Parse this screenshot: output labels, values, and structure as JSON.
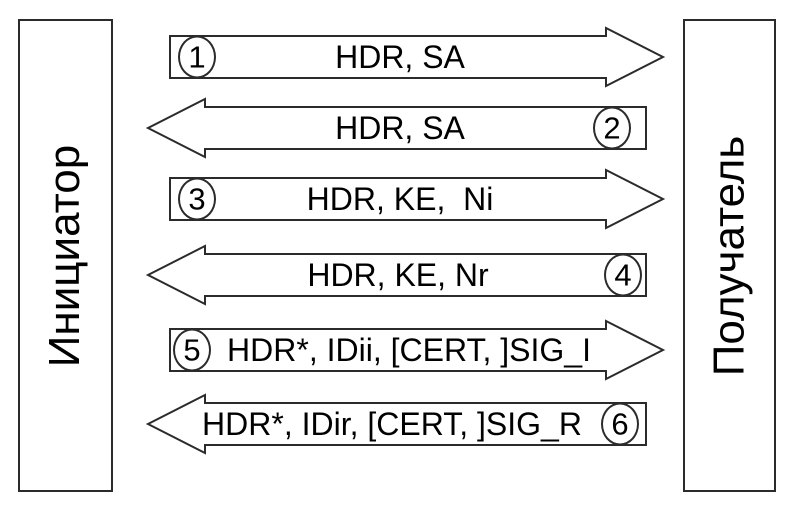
{
  "diagram": {
    "actors": {
      "initiator": "Инициатор",
      "receiver": "Получатель"
    },
    "messages": [
      {
        "step": "1",
        "direction": "right",
        "label": "HDR, SA"
      },
      {
        "step": "2",
        "direction": "left",
        "label": "HDR, SA"
      },
      {
        "step": "3",
        "direction": "right",
        "label": "HDR, KE,  Ni"
      },
      {
        "step": "4",
        "direction": "left",
        "label": "HDR, KE, Nr"
      },
      {
        "step": "5",
        "direction": "right",
        "label": "HDR*, IDii, [CERT, ]SIG_I"
      },
      {
        "step": "6",
        "direction": "left",
        "label": "HDR*, IDir, [CERT, ]SIG_R"
      }
    ],
    "colors": {
      "background": "#ffffff",
      "stroke": "#2b2b2b",
      "text": "#000000"
    }
  }
}
